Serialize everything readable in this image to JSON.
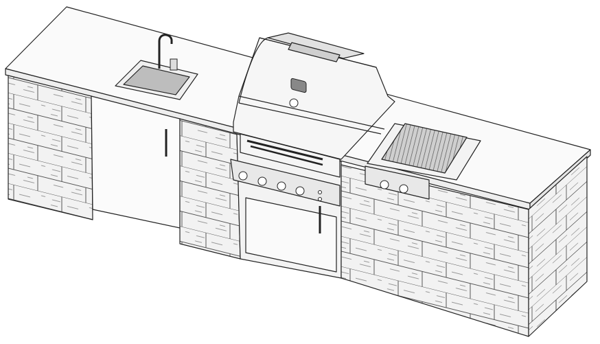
{
  "colors": {
    "line": "#222222",
    "background": "#ffffff",
    "surface": "#f4f4f4",
    "stone": "#efefef",
    "stainless": "#e6e6e6",
    "sink_basin": "#bdbdbd",
    "grill_grate": "#9a9a9a"
  },
  "components": [
    "countertop",
    "sink",
    "faucet",
    "soap-dispenser",
    "cabinet-door",
    "grill-hood",
    "grill-control-panel",
    "grill-base-door",
    "side-burner",
    "stone-veneer"
  ]
}
